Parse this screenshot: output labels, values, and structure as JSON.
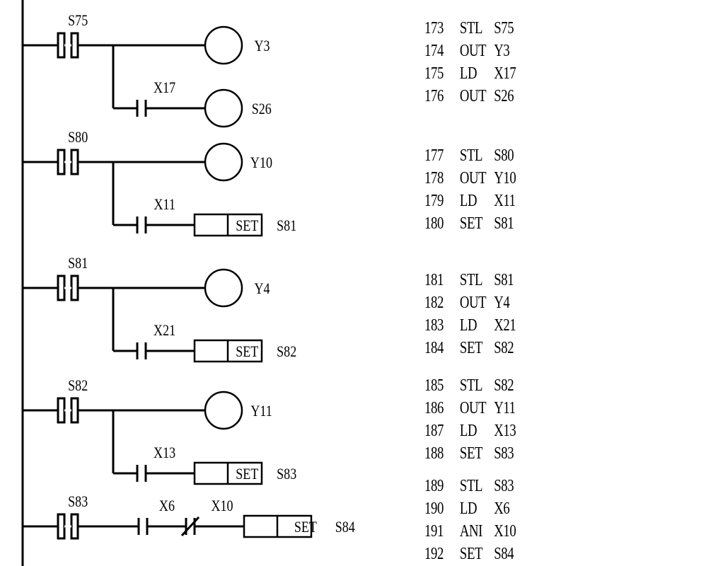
{
  "rungs": [
    {
      "step": "S75",
      "outputs": [
        {
          "type": "coil",
          "label": "Y3"
        },
        {
          "type": "branch",
          "contact": "X17",
          "contact_type": "NO",
          "target": {
            "type": "coil",
            "label": "S26"
          }
        }
      ]
    },
    {
      "step": "S80",
      "outputs": [
        {
          "type": "coil",
          "label": "Y10"
        },
        {
          "type": "branch",
          "contact": "X11",
          "contact_type": "NO",
          "target": {
            "type": "set",
            "instr": "SET",
            "label": "S81"
          }
        }
      ]
    },
    {
      "step": "S81",
      "outputs": [
        {
          "type": "coil",
          "label": "Y4"
        },
        {
          "type": "branch",
          "contact": "X21",
          "contact_type": "NO",
          "target": {
            "type": "set",
            "instr": "SET",
            "label": "S82"
          }
        }
      ]
    },
    {
      "step": "S82",
      "outputs": [
        {
          "type": "coil",
          "label": "Y11"
        },
        {
          "type": "branch",
          "contact": "X13",
          "contact_type": "NO",
          "target": {
            "type": "set",
            "instr": "SET",
            "label": "S83"
          }
        }
      ]
    },
    {
      "step": "S83",
      "series": [
        {
          "contact": "X6",
          "contact_type": "NO"
        },
        {
          "contact": "X10",
          "contact_type": "NC"
        }
      ],
      "target": {
        "type": "set",
        "instr": "SET",
        "label": "S84"
      }
    }
  ],
  "instruction_list": [
    [
      {
        "n": "173",
        "op": "STL",
        "arg": "S75"
      },
      {
        "n": "174",
        "op": "OUT",
        "arg": "Y3"
      },
      {
        "n": "175",
        "op": "LD",
        "arg": "X17"
      },
      {
        "n": "176",
        "op": "OUT",
        "arg": "S26"
      }
    ],
    [
      {
        "n": "177",
        "op": "STL",
        "arg": "S80"
      },
      {
        "n": "178",
        "op": "OUT",
        "arg": "Y10"
      },
      {
        "n": "179",
        "op": "LD",
        "arg": "X11"
      },
      {
        "n": "180",
        "op": "SET",
        "arg": "S81"
      }
    ],
    [
      {
        "n": "181",
        "op": "STL",
        "arg": "S81"
      },
      {
        "n": "182",
        "op": "OUT",
        "arg": "Y4"
      },
      {
        "n": "183",
        "op": "LD",
        "arg": "X21"
      },
      {
        "n": "184",
        "op": "SET",
        "arg": "S82"
      }
    ],
    [
      {
        "n": "185",
        "op": "STL",
        "arg": "S82"
      },
      {
        "n": "186",
        "op": "OUT",
        "arg": "Y11"
      },
      {
        "n": "187",
        "op": "LD",
        "arg": "X13"
      },
      {
        "n": "188",
        "op": "SET",
        "arg": "S83"
      }
    ],
    [
      {
        "n": "189",
        "op": "STL",
        "arg": "S83"
      },
      {
        "n": "190",
        "op": "LD",
        "arg": "X6"
      },
      {
        "n": "191",
        "op": "ANI",
        "arg": "X10"
      },
      {
        "n": "192",
        "op": "SET",
        "arg": "S84"
      }
    ]
  ]
}
